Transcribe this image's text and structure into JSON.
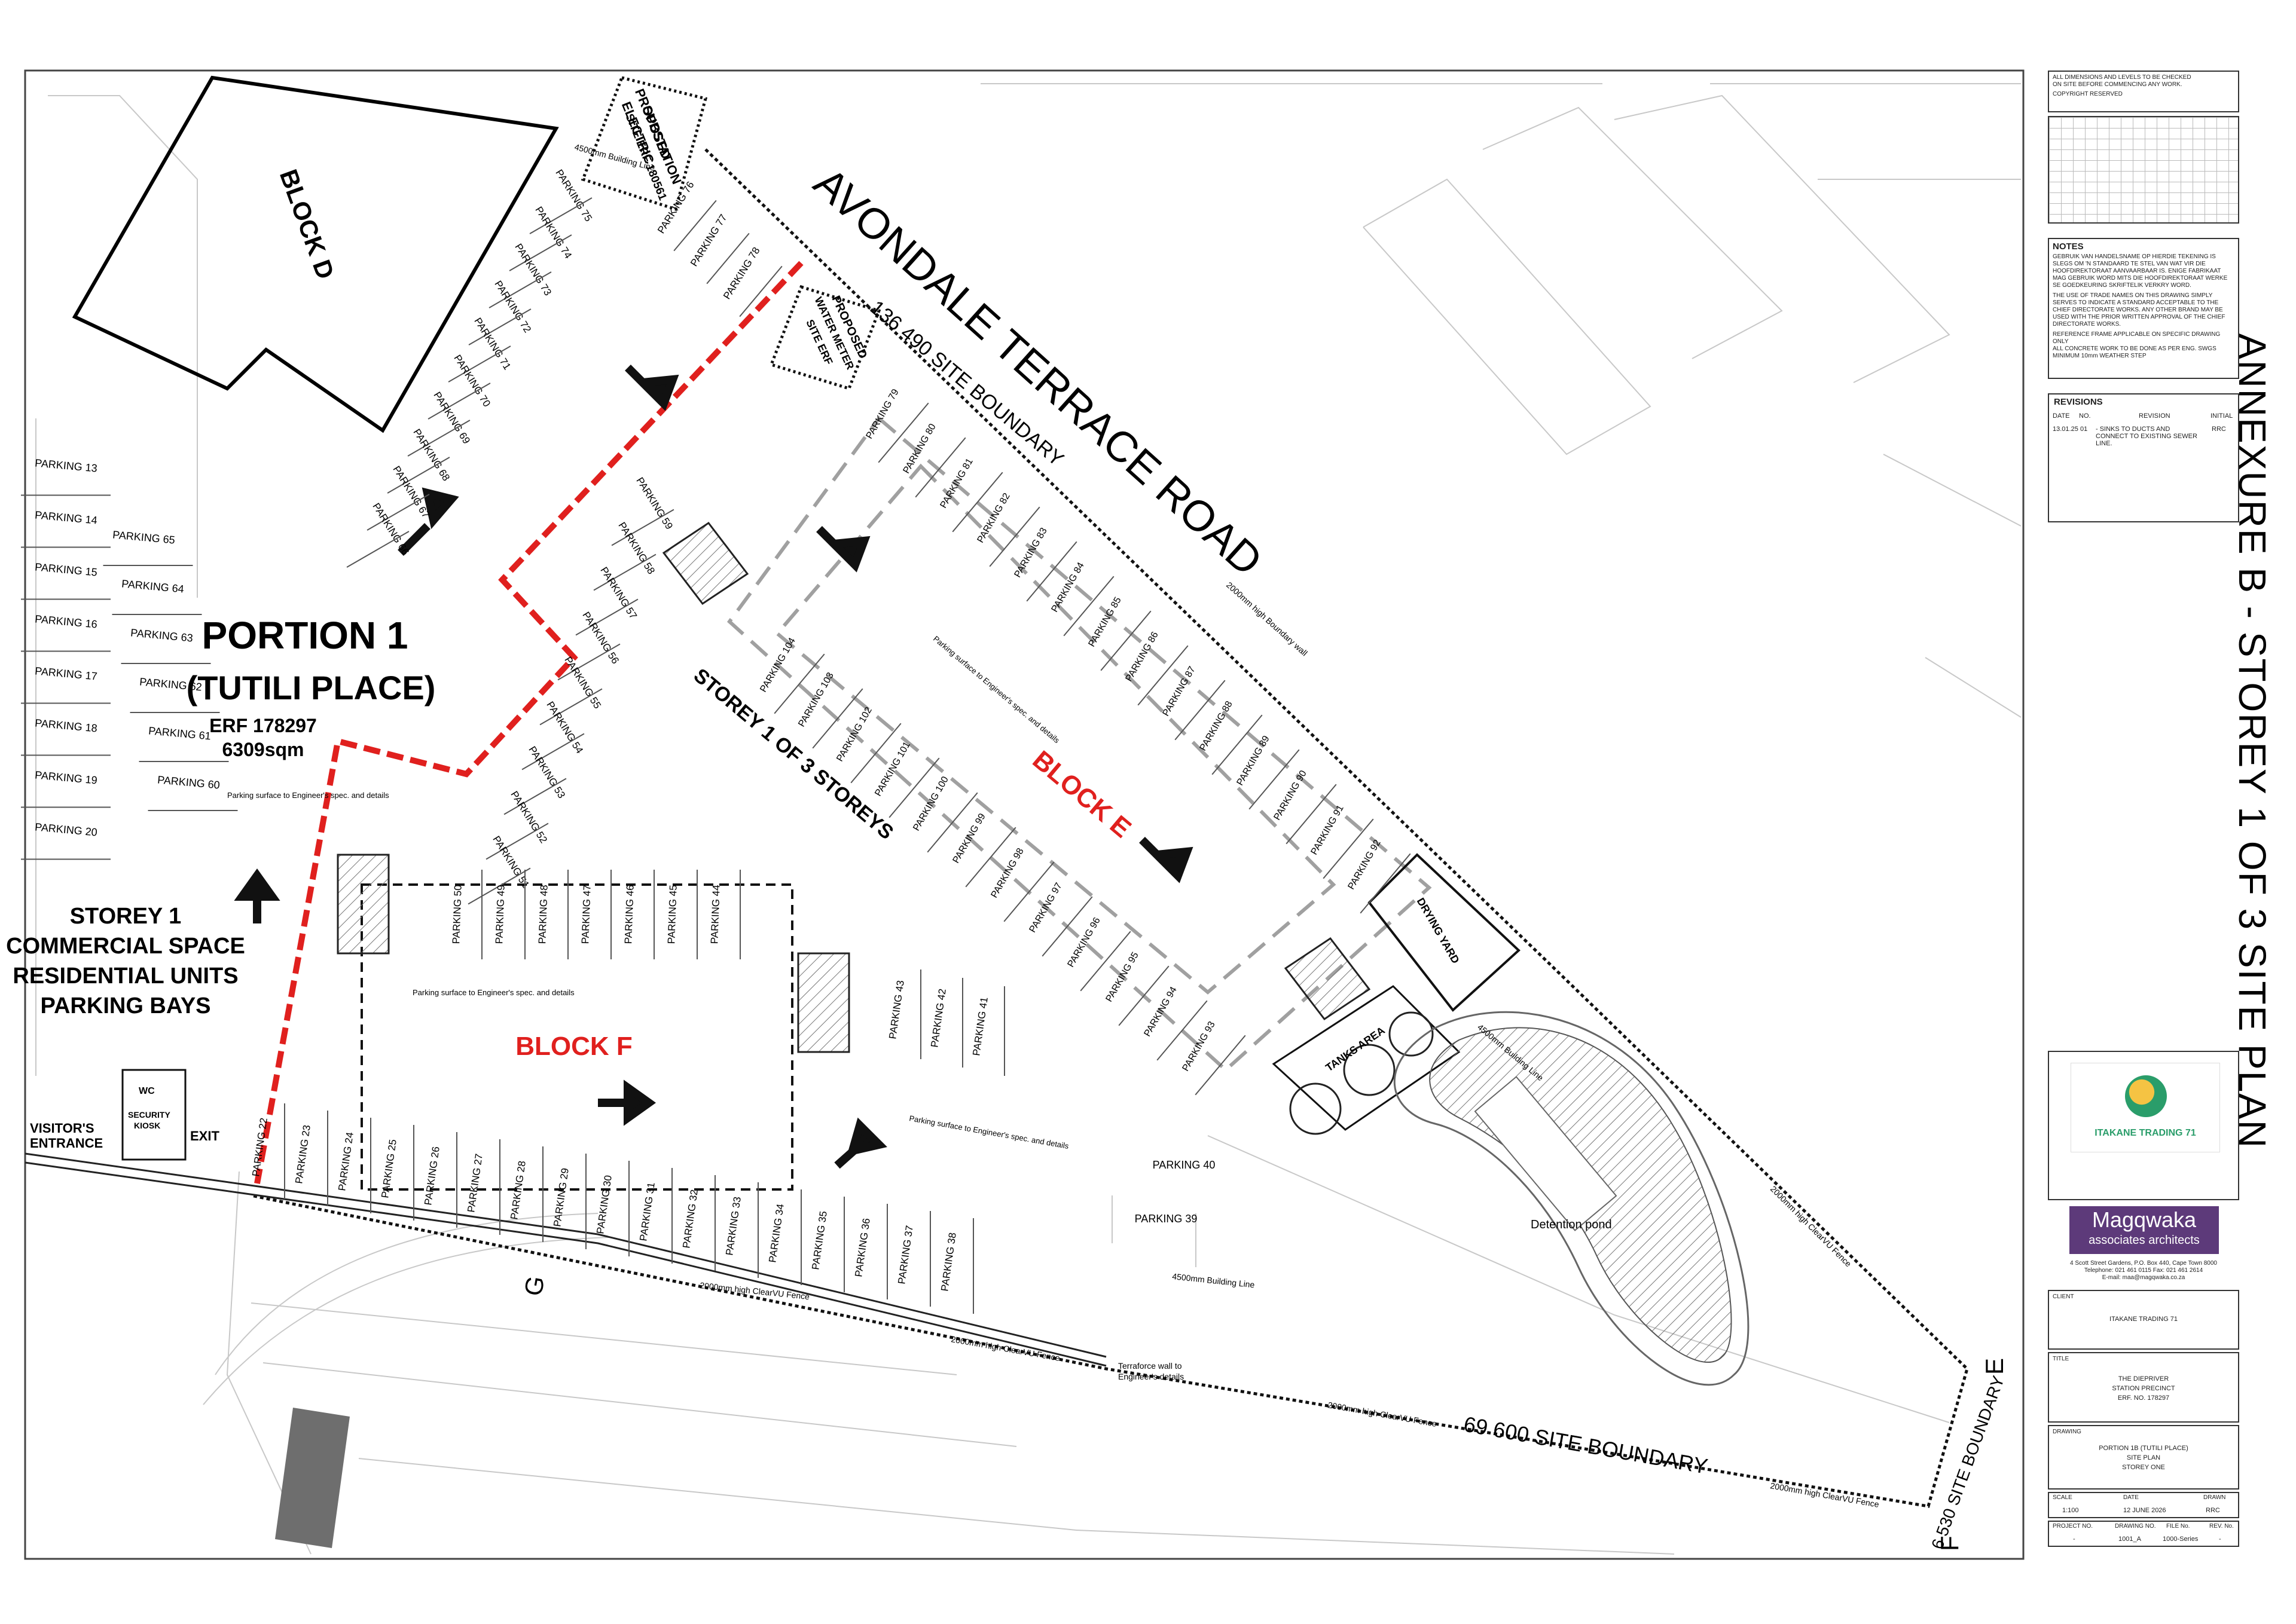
{
  "site": {
    "road_name": "AVONDALE TERRACE ROAD",
    "boundary_top": "136 490 SITE BOUNDARY",
    "boundary_bottom": "69 600 SITE BOUNDARY",
    "boundary_right": "6 530 SITE BOUNDARY",
    "portion_title": "PORTION 1",
    "portion_sub": "(TUTILI PLACE)",
    "erf": "ERF 178297",
    "area": "6309sqm",
    "storey_label": "STOREY 1 OF 3 STOREYS",
    "storey1_lines": [
      "STOREY 1",
      "COMMERCIAL SPACE",
      "RESIDENTIAL UNITS",
      "PARKING BAYS"
    ],
    "block_d": "BLOCK D",
    "block_e": "BLOCK E",
    "block_f": "BLOCK F",
    "substation": [
      "PROPOSED",
      "ELECTRIC",
      "SUBSTATION",
      "SITE ERF 180561"
    ],
    "water_meter": [
      "PROPOSED",
      "WATER METER",
      "SITE ERF"
    ],
    "drying_yard": "DRYING YARD",
    "tanks_area": "TANKS AREA",
    "detention_pond": "Detention pond",
    "visitors_entrance": [
      "VISITOR'S",
      "ENTRANCE"
    ],
    "exit": "EXIT",
    "security_kiosk": [
      "SECURITY",
      "KIOSK"
    ],
    "wc": "WC",
    "section_g": "G",
    "section_e": "E",
    "section_f": "F",
    "fence_note": "2000mm high ClearVU Fence",
    "boundary_wall_note": "2000mm high Boundary wall",
    "building_line_note": "4500mm Building Line",
    "parking_surface_note": "Parking surface to Engineer's spec. and details",
    "terraforce_note": [
      "Terraforce wall to",
      "Engineer's details"
    ],
    "bays_d": [
      "PARKING 75",
      "PARKING 74",
      "PARKING 73",
      "PARKING 72",
      "PARKING 71",
      "PARKING 70",
      "PARKING 69",
      "PARKING 68",
      "PARKING 67",
      "PARKING 66"
    ],
    "bays_top": [
      "PARKING 76",
      "PARKING 77",
      "PARKING 78"
    ],
    "bays_left": [
      "PARKING 13",
      "PARKING 14",
      "PARKING 15",
      "PARKING 16",
      "PARKING 17",
      "PARKING 18",
      "PARKING 19",
      "PARKING 20"
    ],
    "bays_left2": [
      "PARKING 65",
      "PARKING 64",
      "PARKING 63",
      "PARKING 62",
      "PARKING 61",
      "PARKING 60"
    ],
    "bays_mid": [
      "PARKING 59",
      "PARKING 58",
      "PARKING 57",
      "PARKING 56",
      "PARKING 55",
      "PARKING 54",
      "PARKING 53",
      "PARKING 52",
      "PARKING 51"
    ],
    "bays_e_outer": [
      "PARKING 79",
      "PARKING 80",
      "PARKING 81",
      "PARKING 82",
      "PARKING 83",
      "PARKING 84",
      "PARKING 85",
      "PARKING 86",
      "PARKING 87",
      "PARKING 88",
      "PARKING 89",
      "PARKING 90",
      "PARKING 91",
      "PARKING 92"
    ],
    "bays_e_inner": [
      "PARKING 104",
      "PARKING 103",
      "PARKING 102",
      "PARKING 101",
      "PARKING 100",
      "PARKING 99",
      "PARKING 98",
      "PARKING 97",
      "PARKING 96",
      "PARKING 95",
      "PARKING 94",
      "PARKING 93"
    ],
    "bays_f_top": [
      "PARKING 50",
      "PARKING 49",
      "PARKING 48",
      "PARKING 47",
      "PARKING 46",
      "PARKING 45",
      "PARKING 44"
    ],
    "bays_right": [
      "PARKING 43",
      "PARKING 42",
      "PARKING 41"
    ],
    "bays_bottom": [
      "PARKING 22",
      "PARKING 23",
      "PARKING 24",
      "PARKING 25",
      "PARKING 26",
      "PARKING 27",
      "PARKING 28",
      "PARKING 29",
      "PARKING 30",
      "PARKING 31",
      "PARKING 32",
      "PARKING 33",
      "PARKING 34",
      "PARKING 35",
      "PARKING 36",
      "PARKING 37",
      "PARKING 38"
    ],
    "bay_39": "PARKING 39",
    "bay_40": "PARKING 40"
  },
  "title_block": {
    "notice": [
      "ALL DIMENSIONS AND LEVELS TO BE CHECKED",
      "ON SITE BEFORE COMMENCING ANY WORK.",
      "COPYRIGHT RESERVED"
    ],
    "notes_title": "NOTES",
    "notes": [
      "GEBRUIK VAN HANDELSNAME OP HIERDIE TEKENING IS SLEGS OM 'N STANDAARD TE STEL VAN WAT VIR DIE HOOFDIREKTORAAT AANVAARBAAR IS. ENIGE FABRIKAAT MAG GEBRUIK WORD MITS DIE HOOFDIREKTORAAT WERKE SE GOEDKEURING SKRIFTELIK VERKRY WORD.",
      "THE USE OF TRADE NAMES ON THIS DRAWING SIMPLY SERVES TO INDICATE A STANDARD ACCEPTABLE TO THE CHIEF DIRECTORATE WORKS. ANY OTHER BRAND MAY BE USED WITH THE PRIOR WRITTEN APPROVAL OF THE CHIEF DIRECTORATE WORKS.",
      "REFERENCE FRAME APPLICABLE ON SPECIFIC DRAWING ONLY",
      "ALL CONCRETE WORK TO BE DONE AS PER ENG. SWGS",
      "MINIMUM 10mm WEATHER STEP"
    ],
    "revisions_title": "REVISIONS",
    "rev_headers": [
      "DATE",
      "NO.",
      "REVISION",
      "INITIAL"
    ],
    "rev_row": [
      "13.01.25",
      "01",
      "- SINKS TO DUCTS AND CONNECT TO EXISTING SEWER LINE.",
      "RRC"
    ],
    "annexure": "ANNEXURE B - STOREY 1 OF 3 SITE PLAN",
    "logo_text": "ITAKANE TRADING 71",
    "architect_1": "Magqwaka",
    "architect_2": "associates architects",
    "address": [
      "4 Scott Street Gardens, P.O. Box 440, Cape Town 8000",
      "Telephone: 021 461 0115 Fax: 021 461 2614",
      "E-mail: maa@magqwaka.co.za"
    ],
    "client_label": "CLIENT",
    "client": "ITAKANE TRADING 71",
    "title_label": "TITLE",
    "title_lines": [
      "THE DIEPRIVER",
      "STATION PRECINCT",
      "ERF. NO. 178297"
    ],
    "drawing_label": "DRAWING",
    "drawing_lines": [
      "PORTION 1B (TUTILI PLACE)",
      "SITE PLAN",
      "STOREY  ONE"
    ],
    "scale_label": "SCALE",
    "scale": "1:100",
    "date_label": "DATE",
    "date": "12 JUNE 2026",
    "drawn_label": "DRAWN",
    "drawn": "RRC",
    "project_label": "PROJECT NO.",
    "project": "-",
    "drawing_no_label": "DRAWING NO.",
    "drawing_no": "1001_A",
    "file_label": "FILE No.",
    "file": "1000-Series",
    "rev_label": "REV. No.",
    "rev": "-"
  },
  "colors": {
    "line": "#111111",
    "hatch": "#888888",
    "red": "#e0201e",
    "dash_grey": "#9a9a9a",
    "architect_bg": "#5d3a7a",
    "logo_green": "#2a9d6a"
  }
}
